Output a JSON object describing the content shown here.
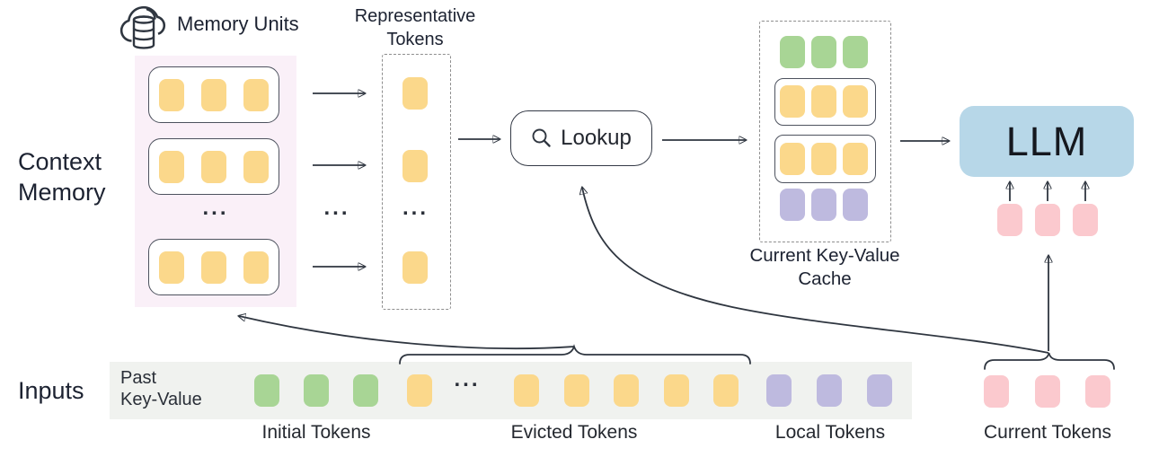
{
  "labels": {
    "context_memory_line1": "Context",
    "context_memory_line2": "Memory",
    "memory_units": "Memory Units",
    "representative_line1": "Representative",
    "representative_line2": "Tokens",
    "lookup": "Lookup",
    "kv_cache_line1": "Current Key-Value",
    "kv_cache_line2": "Cache",
    "llm": "LLM",
    "inputs": "Inputs",
    "past_kv_line1": "Past",
    "past_kv_line2": "Key-Value",
    "initial_tokens": "Initial Tokens",
    "evicted_tokens": "Evicted Tokens",
    "local_tokens": "Local Tokens",
    "current_tokens": "Current Tokens",
    "ellipsis": "..."
  },
  "colors": {
    "token_yellow": "#FBD88B",
    "token_green": "#A8D595",
    "token_purple": "#BEBADF",
    "token_pink": "#FBC9CE",
    "llm_fill": "#B7D7E8",
    "memory_panel_fill": "#FAF0F8",
    "input_strip_fill": "#F0F2EF",
    "line": "#2F3640",
    "text_dark": "#1C2231"
  },
  "tokens": {
    "memory_unit_row": {
      "count": 3,
      "color": "token_yellow"
    },
    "single_yellow": {
      "count": 1,
      "color": "token_yellow"
    },
    "cache_green_row": {
      "count": 3,
      "color": "token_green"
    },
    "cache_yellow_row": {
      "count": 3,
      "color": "token_yellow"
    },
    "cache_purple_row": {
      "count": 3,
      "color": "token_purple"
    },
    "llm_current_tokens": {
      "count": 3,
      "color": "token_pink"
    },
    "strip_initial": {
      "count": 3,
      "color": "token_green"
    },
    "strip_evicted_head": {
      "count": 1,
      "color": "token_yellow"
    },
    "strip_evicted_tail": {
      "count": 5,
      "color": "token_yellow"
    },
    "strip_local": {
      "count": 3,
      "color": "token_purple"
    },
    "strip_current": {
      "count": 3,
      "color": "token_pink"
    }
  }
}
